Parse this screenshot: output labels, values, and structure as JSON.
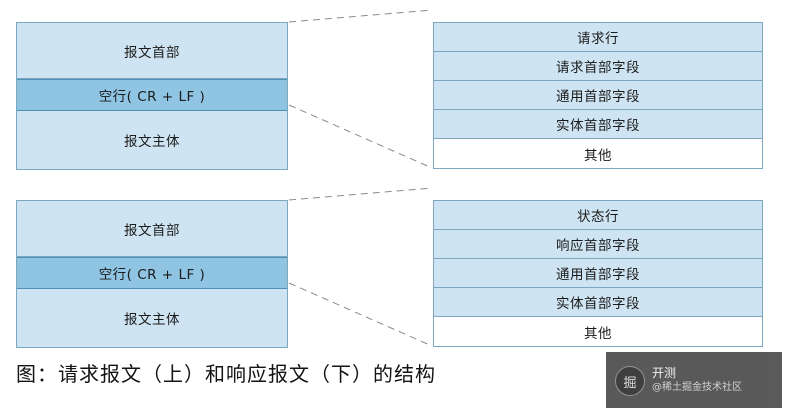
{
  "diagram": {
    "request_block": {
      "name": "request-message-block",
      "rows": [
        {
          "id": "header",
          "label": "报文首部"
        },
        {
          "id": "blank",
          "label": "空行( CR + LF )"
        },
        {
          "id": "body",
          "label": "报文主体"
        }
      ]
    },
    "response_block": {
      "name": "response-message-block",
      "rows": [
        {
          "id": "header",
          "label": "报文首部"
        },
        {
          "id": "blank",
          "label": "空行( CR + LF )"
        },
        {
          "id": "body",
          "label": "报文主体"
        }
      ]
    },
    "request_detail": {
      "name": "request-header-detail",
      "rows": [
        "请求行",
        "请求首部字段",
        "通用首部字段",
        "实体首部字段",
        "其他"
      ]
    },
    "response_detail": {
      "name": "response-header-detail",
      "rows": [
        "状态行",
        "响应首部字段",
        "通用首部字段",
        "实体首部字段",
        "其他"
      ]
    }
  },
  "caption": "图：请求报文（上）和响应报文（下）的结构",
  "watermark": {
    "title": "开测",
    "subtitle": "@稀土掘金技术社区",
    "logo_glyph": "掘"
  },
  "colors": {
    "block_fill": "#cfe4f2",
    "blank_fill": "#8fc4e3",
    "border": "#7da7bf",
    "detail_fill": "#cfe4f2",
    "detail_last_fill": "#ffffff",
    "caption_color": "#141414",
    "watermark_bg": "#4c4c4c"
  }
}
